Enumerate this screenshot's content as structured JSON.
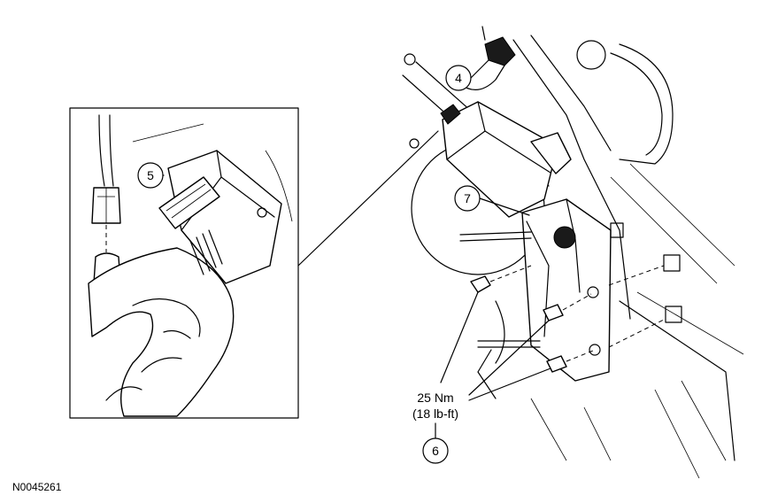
{
  "figure_id": "N0045261",
  "callouts": {
    "c4": "4",
    "c5": "5",
    "c6": "6",
    "c7": "7"
  },
  "torque": {
    "metric": "25 Nm",
    "imperial": "(18 lb-ft)"
  }
}
